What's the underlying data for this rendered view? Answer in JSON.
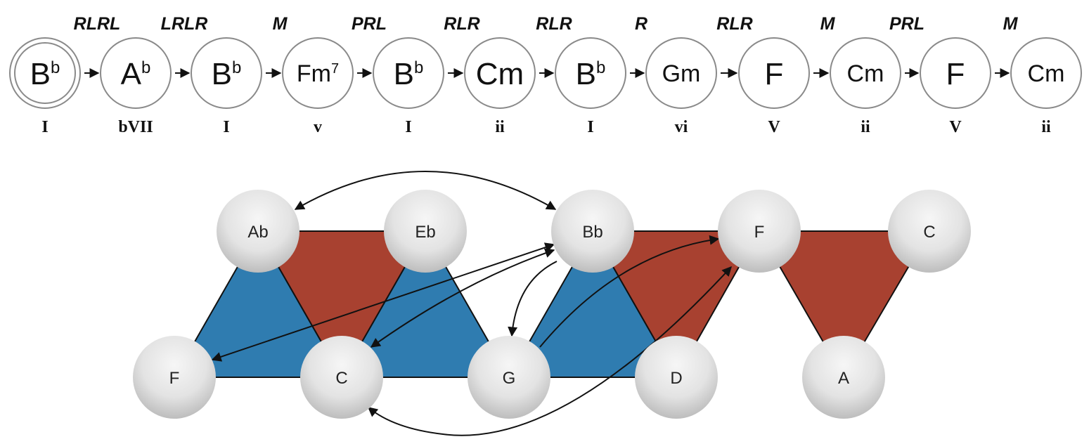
{
  "progression": {
    "chords": [
      {
        "root": "B",
        "sup": "b",
        "roman": "I",
        "double": true
      },
      {
        "root": "A",
        "sup": "b",
        "roman": "bVII"
      },
      {
        "root": "B",
        "sup": "b",
        "roman": "I"
      },
      {
        "root": "Fm",
        "sup": "7",
        "roman": "v",
        "small": true
      },
      {
        "root": "B",
        "sup": "b",
        "roman": "I"
      },
      {
        "root": "Cm",
        "sup": "",
        "roman": "ii"
      },
      {
        "root": "B",
        "sup": "b",
        "roman": "I"
      },
      {
        "root": "Gm",
        "sup": "",
        "roman": "vi",
        "small": true
      },
      {
        "root": "F",
        "sup": "",
        "roman": "V"
      },
      {
        "root": "Cm",
        "sup": "",
        "roman": "ii",
        "small": true
      },
      {
        "root": "F",
        "sup": "",
        "roman": "V"
      },
      {
        "root": "Cm",
        "sup": "",
        "roman": "ii",
        "small": true
      }
    ],
    "transformations": [
      "RLRL",
      "LRLR",
      "M",
      "PRL",
      "RLR",
      "RLR",
      "R",
      "RLR",
      "M",
      "PRL",
      "M"
    ]
  },
  "tonnetz": {
    "top_row": [
      "Ab",
      "Eb",
      "Bb",
      "F",
      "C"
    ],
    "bottom_row": [
      "F",
      "C",
      "G",
      "D",
      "A"
    ],
    "colors": {
      "blue": "#2f7cb0",
      "red": "#a84130",
      "node": "#e6e6e6"
    }
  }
}
